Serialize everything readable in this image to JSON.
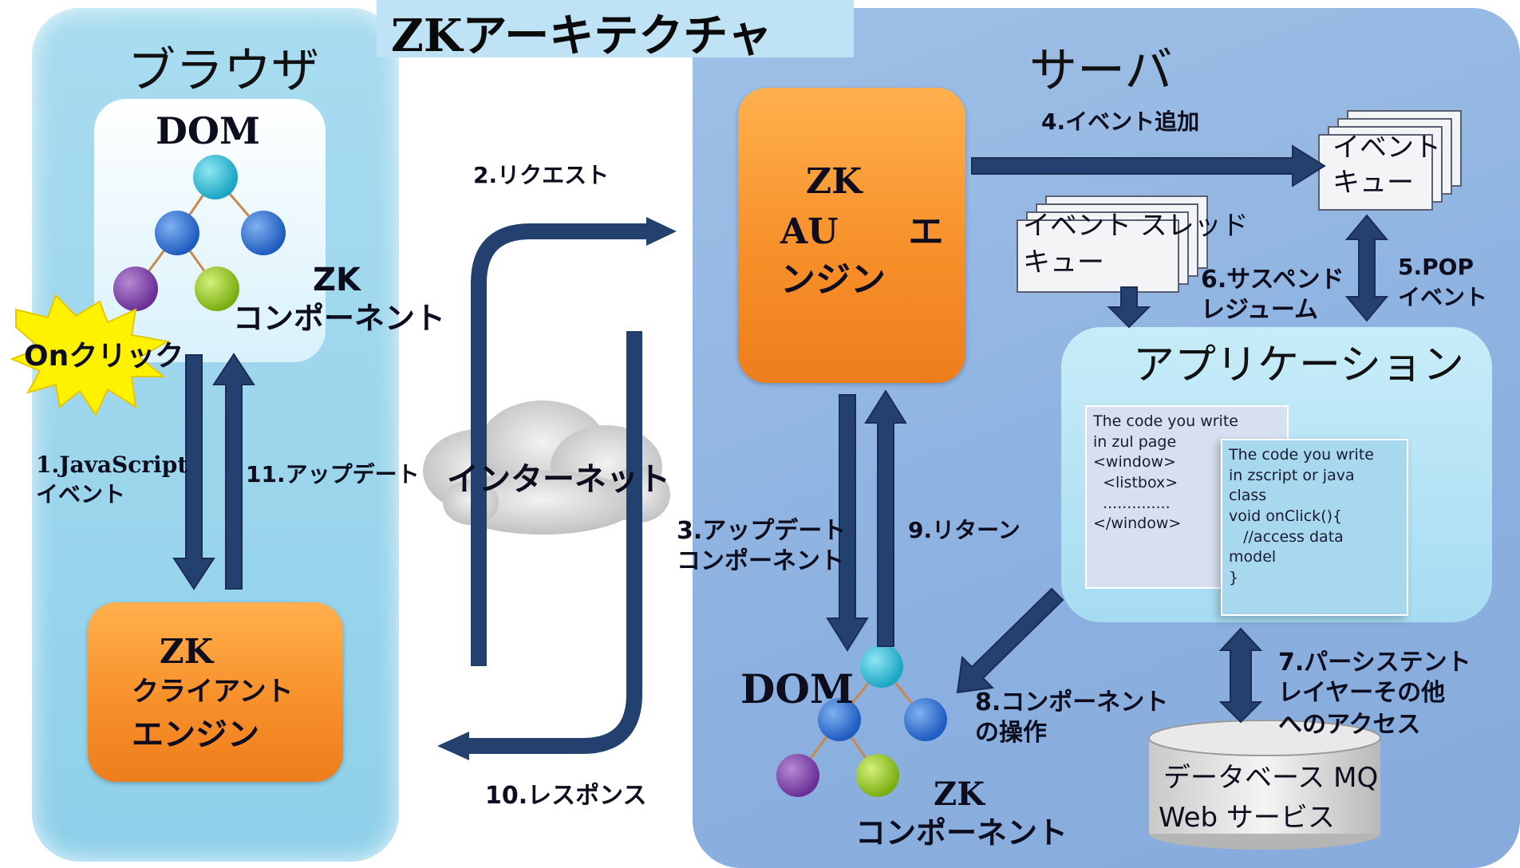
{
  "title": "ZKアーキテクチャ",
  "browser": {
    "label": "ブラウザ",
    "dom": "DOM",
    "zk_component": [
      "ZK",
      "コンポーネント"
    ],
    "onclick": "Onクリック",
    "client_engine": [
      "ZK",
      "クライアント",
      "エンジン"
    ]
  },
  "server": {
    "label": "サーバ",
    "au_engine": [
      "ZK",
      "AU　　エ",
      "ンジン"
    ],
    "event_queue": [
      "イベント",
      "キュー"
    ],
    "thread_queue": [
      "イベント スレッド",
      "キュー"
    ],
    "application": "アプリケーション",
    "dom": "DOM",
    "zk_component": [
      "ZK",
      "コンポーネント"
    ],
    "database": [
      "データベース MQ",
      "Web サービス"
    ]
  },
  "internet": "インターネット",
  "steps": {
    "s1": [
      "1.JavaScript",
      "イベント"
    ],
    "s2": "2.リクエスト",
    "s3": [
      "3.アップデート",
      "コンポーネント"
    ],
    "s4": "4.イベント追加",
    "s5": [
      "5.POP",
      "イベント"
    ],
    "s6": [
      "6.サスペンド",
      "レジューム"
    ],
    "s7": [
      "7.パーシステント",
      "レイヤーその他",
      "へのアクセス"
    ],
    "s8": [
      "8.コンポーネント",
      "の操作"
    ],
    "s9": "9.リターン",
    "s10": "10.レスポンス",
    "s11": "11.アップデート"
  },
  "code_zul": [
    "The code you write",
    "in zul page",
    "",
    "<window>",
    "  <listbox>",
    "  ..............",
    "</window>"
  ],
  "code_java": [
    "The code you write",
    "in zscript or java",
    "class",
    "",
    "void onClick(){",
    "   //access data",
    "model",
    "}"
  ],
  "colors": {
    "arrow": "#24406e",
    "orange": "#f7902a",
    "node_cyan": "#2ab8d0",
    "node_blue": "#2f6fcf",
    "node_purple": "#7d3fa6",
    "node_green": "#8ec01f",
    "starburst": "#fff200"
  }
}
